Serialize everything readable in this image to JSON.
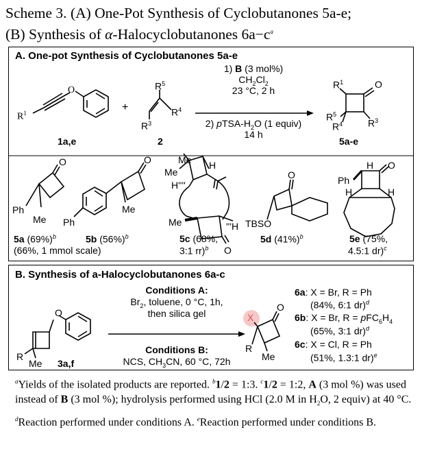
{
  "scheme": {
    "label": "Scheme 3.",
    "line1": "(A) One-Pot Synthesis of Cyclobutanones 5a-e;",
    "line2_pre": "(B) Synthesis of ",
    "line2_alpha": "α",
    "line2_post": "-Halocyclobutanones 6a−c",
    "line2_sup": "a"
  },
  "panelA": {
    "title": "A. One-pot Synthesis of Cyclobutanones 5a-e",
    "reactant1": "1a,e",
    "reactant2": "2",
    "product": "5a-e",
    "plus": "+",
    "cond1": "1) B (3 mol%)",
    "cond2": "CH2Cl2",
    "cond3": "23 °C, 2 h",
    "cond4": "2) pTSA-H2O (1 equiv)",
    "cond5": "14 h",
    "atoms": {
      "R1": "R1",
      "R3": "R3",
      "R4": "R4",
      "R5": "R5",
      "O": "O",
      "Ph": "Ph",
      "Me": "Me",
      "H": "H",
      "TBSO": "TBSO"
    },
    "compounds": [
      {
        "label": "5a",
        "yield": "(69%)",
        "sup": "b",
        "extra": "(66%, 1 mmol scale)"
      },
      {
        "label": "5b",
        "yield": "(56%)",
        "sup": "b",
        "extra": ""
      },
      {
        "label": "5c",
        "yield": "(68%,",
        "sup": "b",
        "extra": "3:1 rr)"
      },
      {
        "label": "5d",
        "yield": "(41%)",
        "sup": "b",
        "extra": ""
      },
      {
        "label": "5e",
        "yield": "(75%,",
        "sup": "c",
        "extra": "4.5:1 dr)"
      }
    ]
  },
  "panelB": {
    "title": "B. Synthesis of a-Halocyclobutanones 6a-c",
    "reactant": "3a,f",
    "condA_title": "Conditions A:",
    "condA1": "Br2, toluene, 0 °C, 1h,",
    "condA2": "then silica gel",
    "condB_title": "Conditions B:",
    "condB1": "NCS, CH3CN, 60 °C, 72h",
    "results": [
      {
        "label": "6a",
        "desc": ": X = Br, R = Ph",
        "detail": "(84%, 6:1 dr)",
        "sup": "d"
      },
      {
        "label": "6b",
        "desc": ": X = Br, R = pFC6H4",
        "detail": "(65%, 3:1 dr)",
        "sup": "d"
      },
      {
        "label": "6c",
        "desc": ": X = Cl, R = Ph",
        "detail": "(51%, 1.3:1 dr)",
        "sup": "e"
      }
    ],
    "X": "X",
    "R": "R",
    "Me": "Me",
    "O": "O"
  },
  "footnotes": {
    "a": "Yields of the isolated products are reported.",
    "b": "1/2 = 1:3.",
    "c": "1/2 = 1:2, A (3 mol %) was used instead of B (3 mol %); hydrolysis performed using HCl (2.0 M in H2O, 2 equiv) at 40 °C.",
    "d": "Reaction performed under conditions A.",
    "e": "Reaction performed under conditions B."
  },
  "colors": {
    "highlight_x": "#e05050"
  }
}
